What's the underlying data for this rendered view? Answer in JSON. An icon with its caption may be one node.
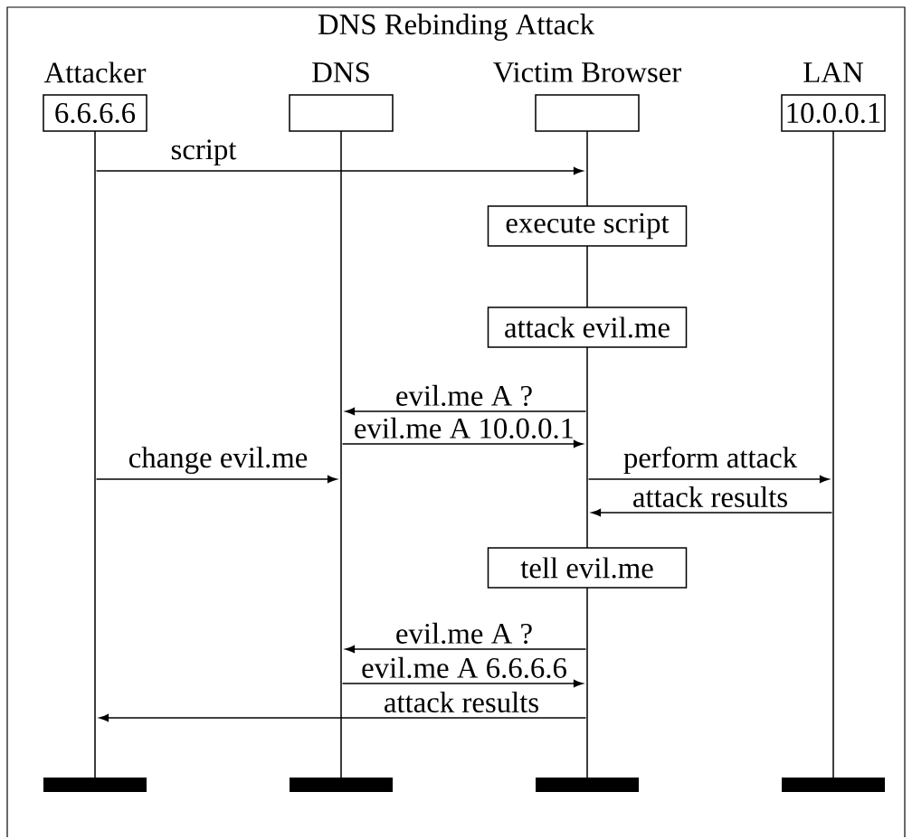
{
  "diagram": {
    "title": "DNS Rebinding Attack",
    "nodes": [
      {
        "text": [
          "Attacker",
          "6.6.6.6"
        ]
      },
      {
        "text": [
          "DNS"
        ]
      },
      {
        "text": [
          "Victim Browser"
        ]
      },
      {
        "text": [
          "LAN",
          "10.0.0.1"
        ]
      },
      {
        "text": [
          "execute script"
        ]
      },
      {
        "text": [
          "attack evil.me"
        ]
      },
      {
        "text": [
          "tell evil.me"
        ]
      },
      {
        "text": [],
        "shape": "line"
      },
      {
        "text": [],
        "shape": "line"
      },
      {
        "text": [],
        "shape": "line"
      },
      {
        "text": [],
        "shape": "line"
      },
      {
        "text": [],
        "shape": "line"
      },
      {
        "text": [],
        "shape": "line"
      },
      {
        "text": [],
        "shape": "line"
      },
      {
        "text": [],
        "shape": "bar"
      },
      {
        "text": [],
        "shape": "bar"
      },
      {
        "text": [],
        "shape": "bar"
      },
      {
        "text": [],
        "shape": "bar"
      }
    ],
    "edges": [
      {
        "from": 7,
        "to": 9,
        "arrow": "to",
        "label": "script"
      },
      {
        "from": 11,
        "to": 8,
        "arrow": "to",
        "label": "evil.me A ?"
      },
      {
        "from": 8,
        "to": 11,
        "arrow": "to",
        "label": "evil.me A 10.0.0.1"
      },
      {
        "from": 7,
        "to": 8,
        "arrow": "to",
        "label": "change evil.me"
      },
      {
        "from": 11,
        "to": 13,
        "arrow": "to",
        "label": "perform attack"
      },
      {
        "from": 13,
        "to": 11,
        "arrow": "to",
        "label": "attack results"
      },
      {
        "from": 12,
        "to": 8,
        "arrow": "to",
        "label": "evil.me A ?"
      },
      {
        "from": 8,
        "to": 12,
        "arrow": "to",
        "label": "evil.me A 6.6.6.6"
      },
      {
        "from": 12,
        "to": 7,
        "arrow": "to",
        "label": "attack results"
      }
    ]
  }
}
